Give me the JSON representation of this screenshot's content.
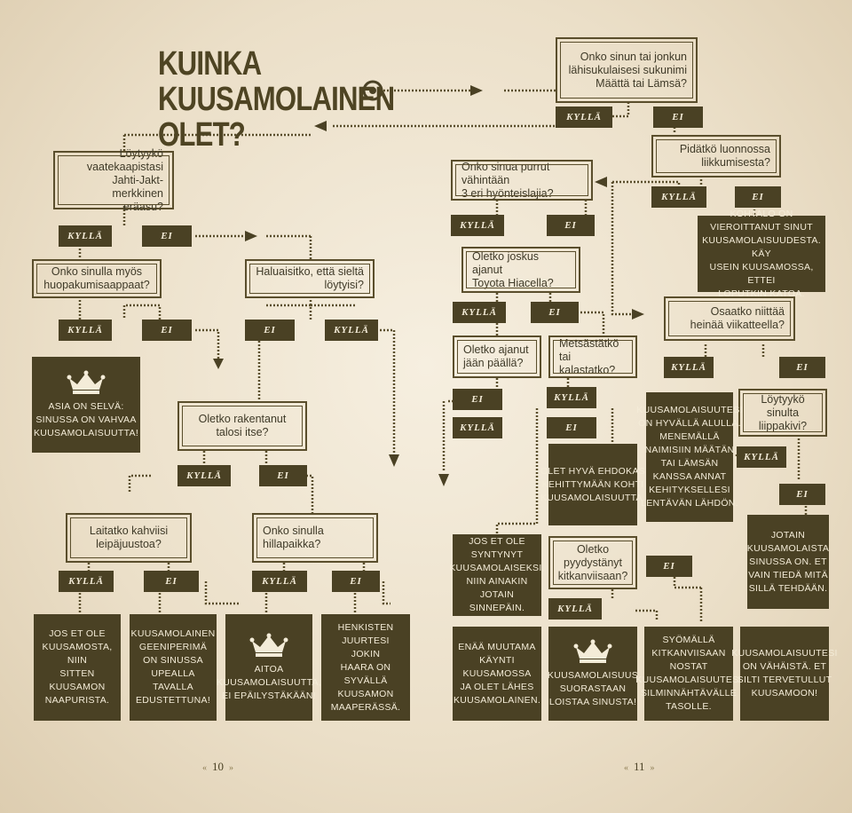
{
  "title": "KUINKA KUUSAMOLAINEN OLET?",
  "colors": {
    "box": "#4a4124",
    "line": "#5a4e2c",
    "paper": "#ece2cf"
  },
  "yes_label": "KYLLÄ",
  "no_label": "EI",
  "questions": {
    "maatta_lamsa": "Onko sinun tai jonkun\nlähisukulaisesi sukunimi\nMäättä tai Lämsä?",
    "jahti_jakt": "Löytyykö vaatekaapistasi\nJahti-Jakt-merkkinen\neräasu?",
    "hyonteiset": "Onko sinua purrut vähintään\n3 eri hyönteislajia?",
    "luonnossa": "Pidätkö luonnossa\nliikkumisesta?",
    "huopakumi": "Onko sinulla myös\nhuopakumisaappaat?",
    "loytyisi": "Haluaisitko, että sieltä\nlöytyisi?",
    "hiacella": "Oletko joskus ajanut\nToyota Hiacella?",
    "niittaa": "Osaatko niittää\nheinää viikatteella?",
    "jaan_paalla": "Oletko ajanut\njään päällä?",
    "metsastatko": "Metsästätkö\ntai kalastatko?",
    "rakentanut": "Oletko rakentanut\ntalosi itse?",
    "liippakivi": "Löytyykö sinulta\nliippakivi?",
    "kahviisi": "Laitatko kahviisi\nleipäjuustoa?",
    "hillapaikka": "Onko sinulla\nhillapaikka?",
    "kitkanviisaan": "Oletko\npyydystänyt\nkitkanviisaan?"
  },
  "results": {
    "vieroittanut": "Kohtalo on\nvieroittanut sinut\nkuusamolaisuudesta. Käy\nusein Kuusamossa, ettei\nloputkin katoa.",
    "asia_selva": "Asia on selvä:\nsinussa on vahvaa\nkuusamolaisuutta!",
    "hyva_ehdokas": "Olet hyvä ehdokas\nkehittymään kohti\nkuusamolaisuutta.",
    "alulla": "Kuusamolaisuutesi\non hyvällä alulla.\nMenemällä\nnaimisiin Määtän\ntai Lämsän\nkanssa annat\nkehityksellesi\nlentävän lähdön.",
    "jos_et_ole_syntynyt": "Jos et ole\nsyntynyt\nkuusamolaiseksi,\nniin ainakin jotain\nsinnepäin.",
    "jotain": "Jotain\nkuusamolaista\nsinussa on. Et\nvain tiedä mitä\nsillä tehdään.",
    "naapurista": "Jos et ole\nKuusamosta, niin\nsitten Kuusamon\nnaapurista.",
    "geeniperima": "Kuusamolainen\ngeeniperimä\non sinussa\nupealla tavalla\nedustettuna!",
    "aitoa": "Aitoa\nkuusamolaisuutta,\nei epäilystäkään!",
    "juurtesi": "Henkisten\njuurtesi jokin\nhaara on syvällä\nKuusamon\nmaaperässä.",
    "lahes": "Enää muutama\nkäynti\nKuusamossa\nja olet lähes\nkuusamolainen.",
    "suorastaan": "Kuusamolaisuus\nsuorastaan\nloistaa sinusta!",
    "sillminnahtavalle": "Syömällä\nkitkanviisaan\nnostat\nkuusamolaisuutesi\nsilminnähtävälle\ntasolle.",
    "vahaista": "Kuusamolaisuutesi\non vähäistä. Et\nsilti tervetullut\nKuusamoon!"
  },
  "page_left": "10",
  "page_right": "11"
}
